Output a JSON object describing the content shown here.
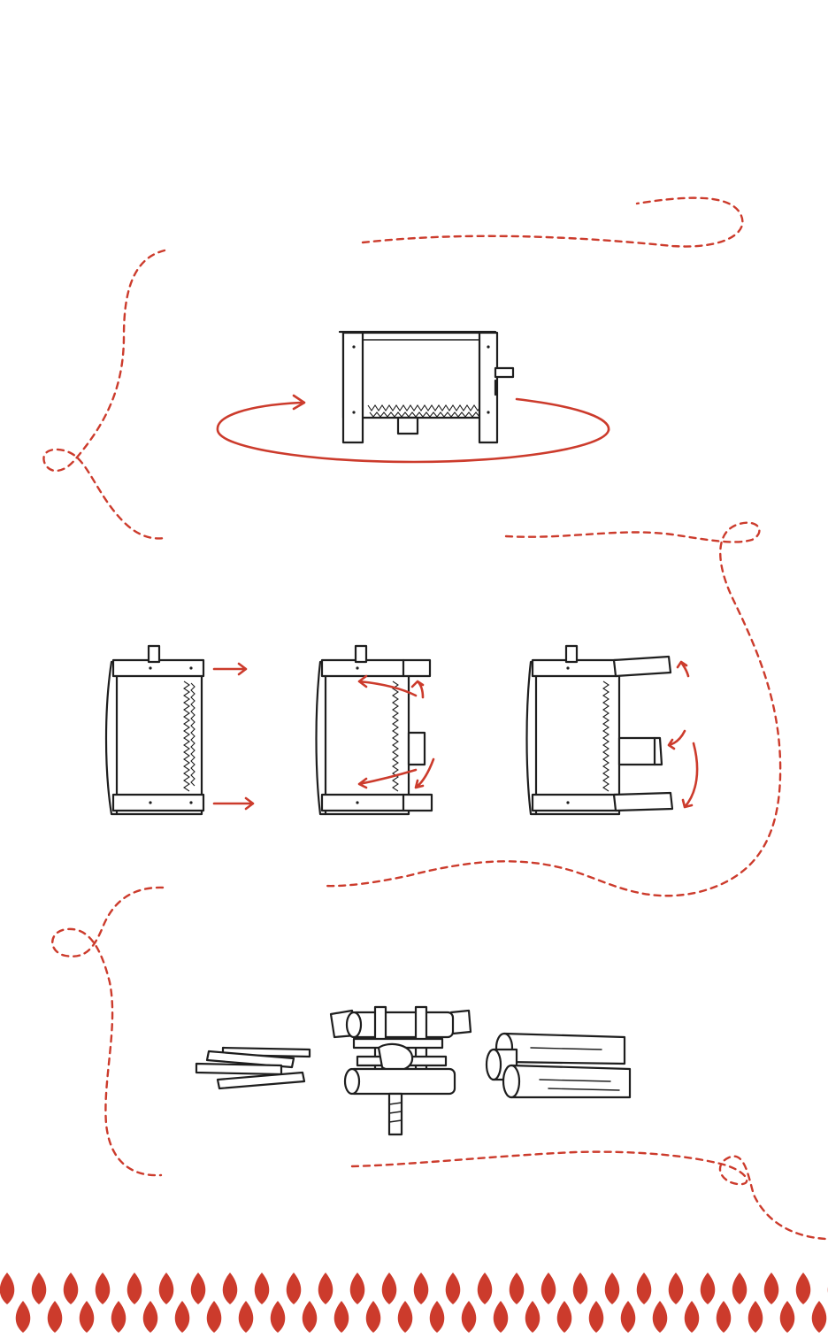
{
  "colors": {
    "accent": "#cc3b2c",
    "ink": "#1e1e1e",
    "background": "#ffffff"
  },
  "sections": [
    {
      "id": "rotate-pit",
      "illustration": "fire-pit-rotate"
    },
    {
      "id": "attach-legs",
      "illustration": "leg-assembly-steps",
      "steps": 3
    },
    {
      "id": "build-fire",
      "illustration": "kindling-tinder-logs"
    }
  ],
  "footer": {
    "pattern": "red-flame-diamonds"
  }
}
